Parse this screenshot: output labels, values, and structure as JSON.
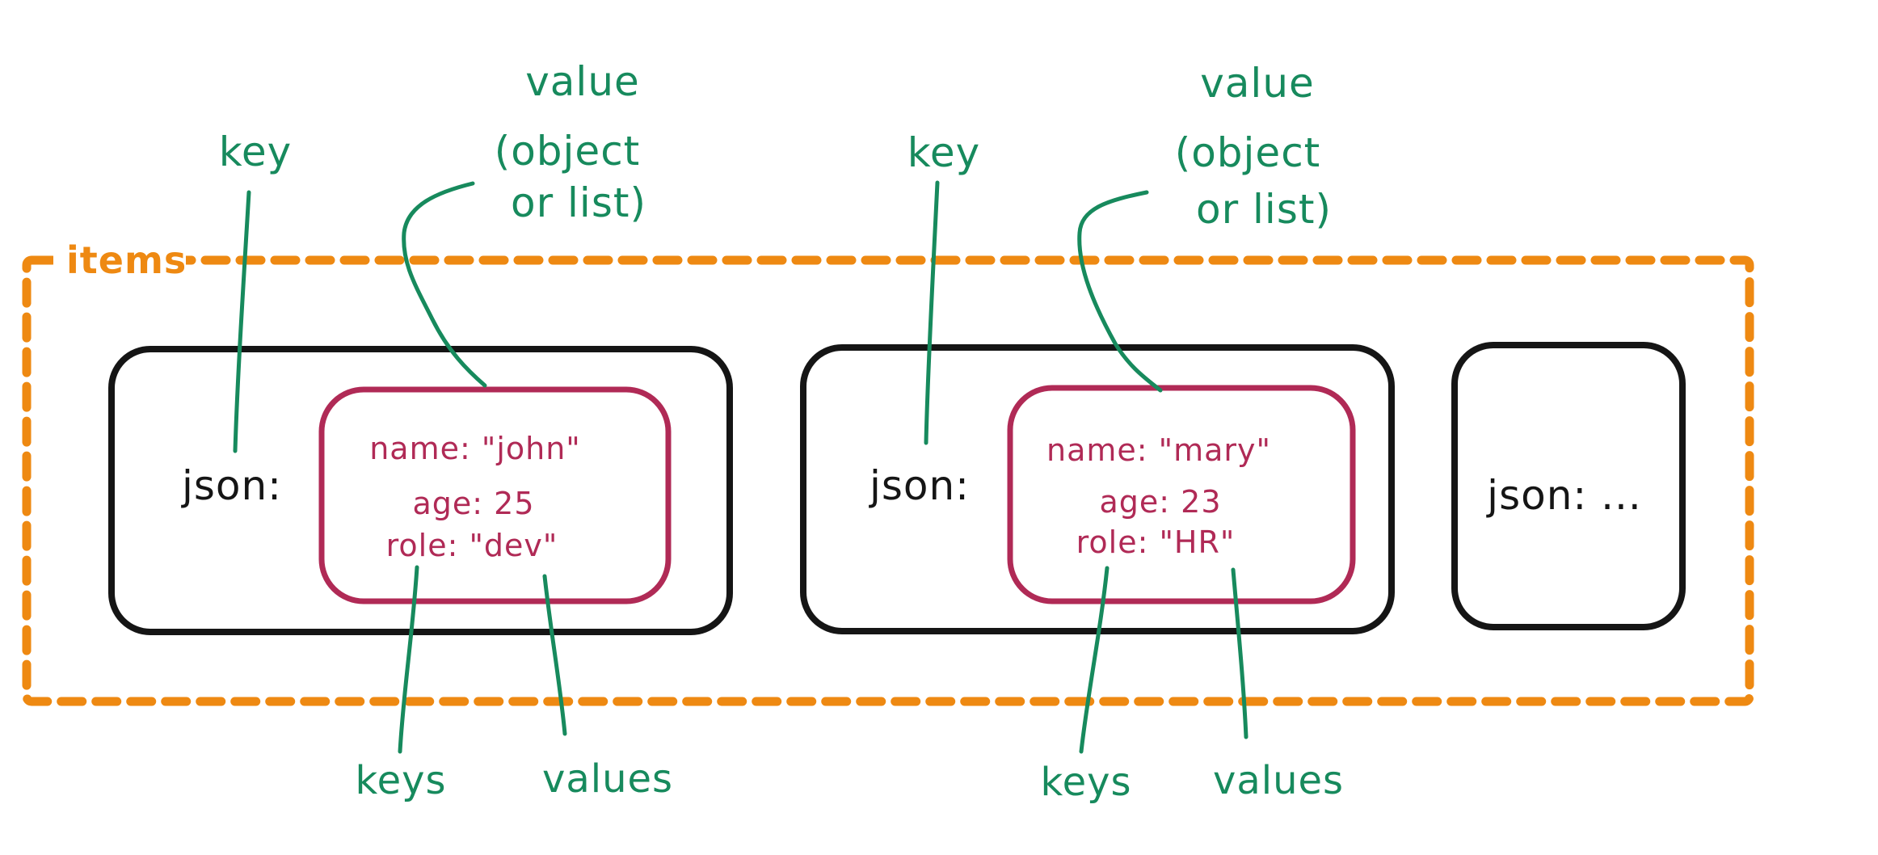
{
  "colors": {
    "green": "#178a5d",
    "orange": "#ee8912",
    "crimson": "#b02a56",
    "ink": "#151515",
    "paper": "#ffffff"
  },
  "container": {
    "label": "items"
  },
  "cards": [
    {
      "key": "json:",
      "object_fields": [
        "name: \"john\"",
        "age: 25",
        "role: \"dev\""
      ]
    },
    {
      "key": "json:",
      "object_fields": [
        "name: \"mary\"",
        "age: 23",
        "role: \"HR\""
      ]
    },
    {
      "display": "json: ..."
    }
  ],
  "annotations": [
    {
      "key": "key",
      "value_line1": "value",
      "value_line2": "(object",
      "value_line3": "or list)",
      "keys": "keys",
      "values": "values"
    },
    {
      "key": "key",
      "value_line1": "value",
      "value_line2": "(object",
      "value_line3": "or list)",
      "keys": "keys",
      "values": "values"
    }
  ]
}
